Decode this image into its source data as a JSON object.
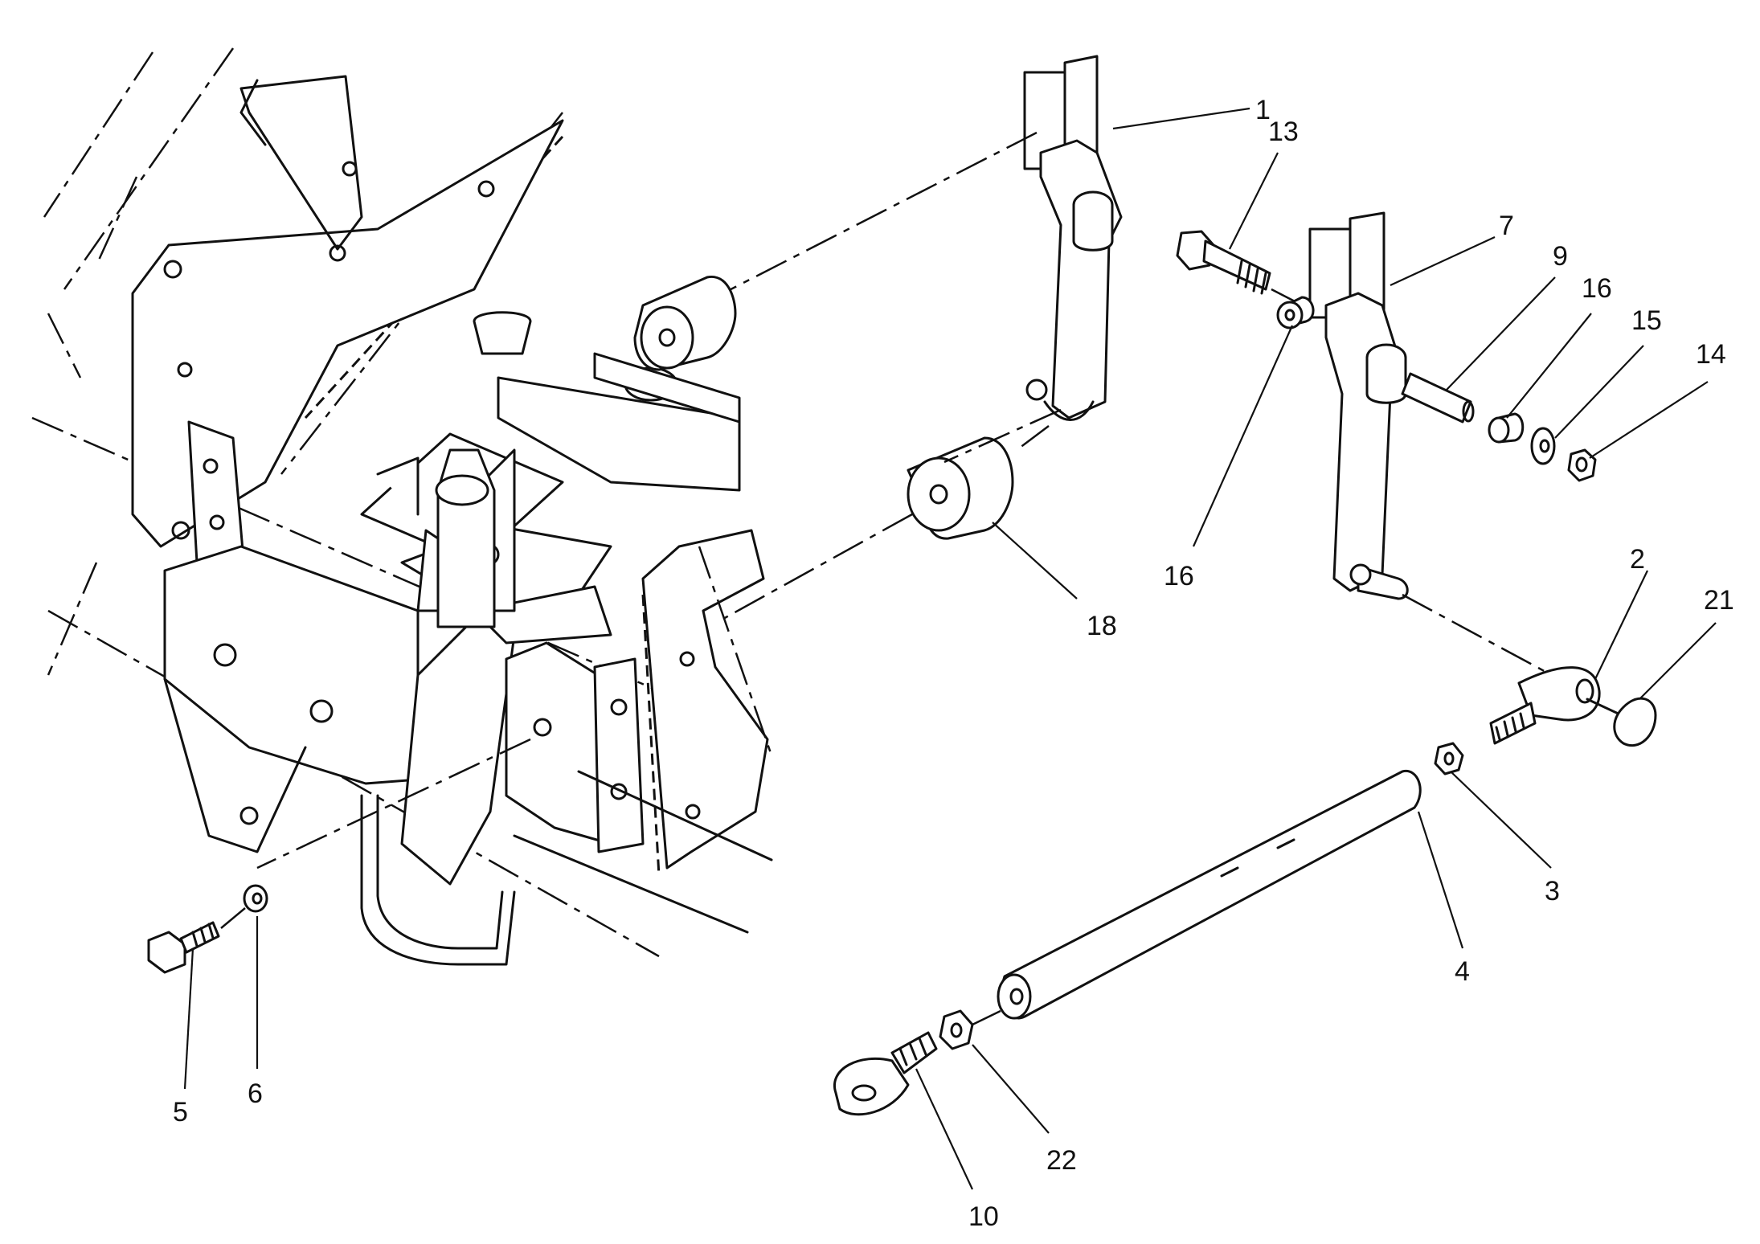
{
  "diagram": {
    "callouts": [
      {
        "id": "1",
        "label": "1"
      },
      {
        "id": "2",
        "label": "2"
      },
      {
        "id": "3",
        "label": "3"
      },
      {
        "id": "4",
        "label": "4"
      },
      {
        "id": "5",
        "label": "5"
      },
      {
        "id": "6",
        "label": "6"
      },
      {
        "id": "7",
        "label": "7"
      },
      {
        "id": "9",
        "label": "9"
      },
      {
        "id": "10",
        "label": "10"
      },
      {
        "id": "13",
        "label": "13"
      },
      {
        "id": "14",
        "label": "14"
      },
      {
        "id": "15",
        "label": "15"
      },
      {
        "id": "16a",
        "label": "16"
      },
      {
        "id": "16b",
        "label": "16"
      },
      {
        "id": "18",
        "label": "18"
      },
      {
        "id": "21",
        "label": "21"
      },
      {
        "id": "22",
        "label": "22"
      }
    ]
  }
}
